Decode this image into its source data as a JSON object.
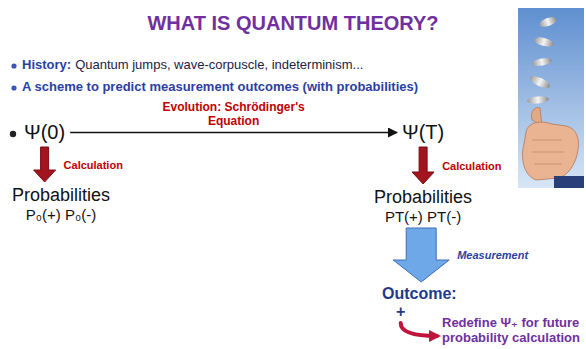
{
  "diagram": {
    "title": "WHAT IS QUANTUM THEORY?",
    "nodes": [
      {
        "text": [
          "Ψ(0)"
        ]
      },
      {
        "text": [
          "Ψ(T)"
        ]
      },
      {
        "text": [
          "Probabilities",
          "P₀(+) P₀(-)"
        ]
      },
      {
        "text": [
          "Probabilities",
          "PT(+) PT(-)"
        ]
      },
      {
        "text": [
          "Outcome:",
          "+"
        ]
      },
      {
        "text": [
          "Redefine Ψ₊ for future probability calculation"
        ]
      }
    ],
    "edges": [
      {
        "from": 0,
        "to": 1,
        "label": "Evolution: Schrödinger's Equation",
        "arrow": "to"
      },
      {
        "from": 0,
        "to": 2,
        "label": "Calculation",
        "arrow": "to"
      },
      {
        "from": 1,
        "to": 3,
        "label": "Calculation",
        "arrow": "to"
      },
      {
        "from": 3,
        "to": 4,
        "label": "Measurement",
        "arrow": "to"
      },
      {
        "from": 4,
        "to": 5,
        "arrow": "to"
      }
    ],
    "labels": [
      "History:",
      "Quantum jumps, wave-corpuscle, indeterminism...",
      "A scheme to predict measurement outcomes (with probabilities)"
    ]
  }
}
